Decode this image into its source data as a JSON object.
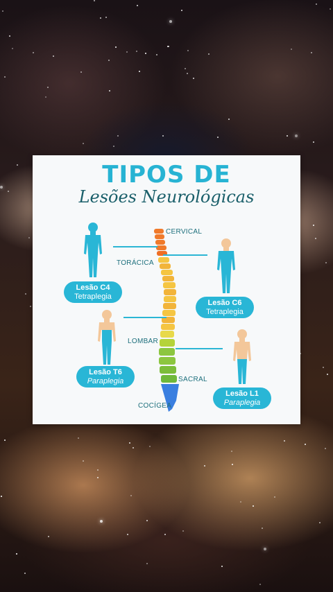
{
  "poster": {
    "title": "TIPOS DE",
    "subtitle": "Lesões Neurológicas",
    "spine_labels": {
      "cervical": "CERVICAL",
      "toracica": "TORÁCICA",
      "lombar": "LOMBAR",
      "sacral": "SACRAL",
      "cocigea": "COCÍGEA"
    },
    "lesions": [
      {
        "name": "Lesão C4",
        "type": "Tetraplegia"
      },
      {
        "name": "Lesão C6",
        "type": "Tetraplegia"
      },
      {
        "name": "Lesão T6",
        "type": "Paraplegia"
      },
      {
        "name": "Lesão L1",
        "type": "Paraplegia"
      }
    ]
  },
  "colors": {
    "accent": "#29b6d6",
    "dark_teal": "#1a5f6a",
    "cervical": "#f07a2a",
    "thoracic": "#f2b43a",
    "lumbar": "#8cc63f",
    "sacral": "#3a7fe0",
    "skin": "#f3c79a"
  }
}
